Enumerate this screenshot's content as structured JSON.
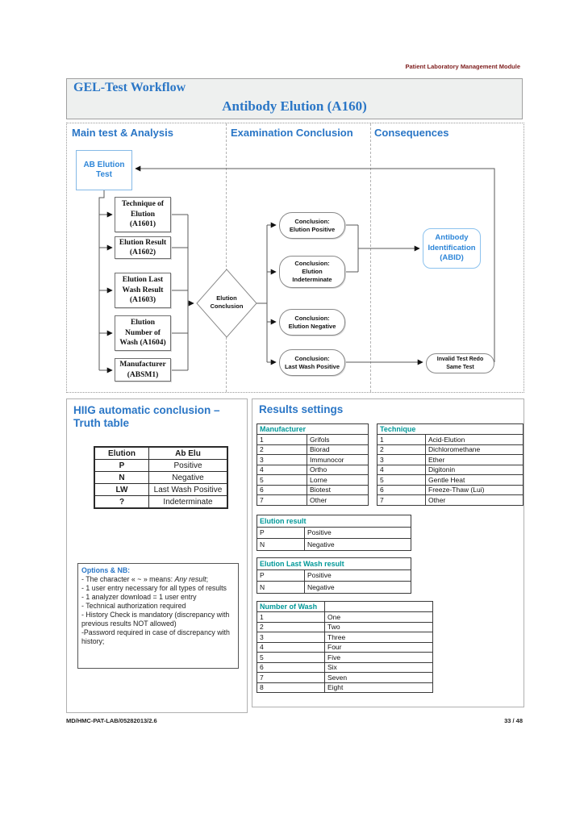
{
  "meta": {
    "module_label": "Patient Laboratory Management Module",
    "footer_left": "MD/HMC-PAT-LAB/05282013/2.6",
    "footer_right": "33 / 48"
  },
  "colors": {
    "accent_blue": "#2a76c6",
    "node_blue": "#2e86d8",
    "maroon": "#7e1d1d",
    "teal": "#009898"
  },
  "header": {
    "title": "GEL-Test Workflow",
    "subtitle": "Antibody Elution (A160)"
  },
  "flowchart": {
    "column_headers": [
      "Main test & Analysis",
      "Examination Conclusion",
      "Consequences"
    ],
    "start": "AB Elution\nTest",
    "inputs": [
      "Technique of\nElution\n(A1601)",
      "Elution Result\n(A1602)",
      "Elution Last\nWash Result\n(A1603)",
      "Elution\nNumber of\nWash (A1604)",
      "Manufacturer\n(ABSM1)"
    ],
    "decision": "Elution\nConclusion",
    "conclusions": [
      "Conclusion:\nElution Positive",
      "Conclusion:\nElution\nIndeterminate",
      "Conclusion:\nElution Negative",
      "Conclusion:\nLast Wash Positive"
    ],
    "abid": "Antibody\nIdentification\n(ABID)",
    "invalid": "Invalid Test Redo\nSame Test"
  },
  "truth": {
    "title": "HIIG automatic conclusion –\nTruth table",
    "headers": [
      "Elution",
      "Ab Elu"
    ],
    "rows": [
      [
        "P",
        "Positive"
      ],
      [
        "N",
        "Negative"
      ],
      [
        "LW",
        "Last Wash Positive"
      ],
      [
        "?",
        "Indeterminate"
      ]
    ]
  },
  "options": {
    "title": "Options & NB:",
    "line1_prefix": "- The character « ~ » means: ",
    "line1_italic": "Any result",
    "line1_suffix": ";",
    "lines": [
      "- 1 user entry necessary for all types of results",
      "- 1 analyzer download = 1 user entry",
      "- Technical authorization required",
      "- History Check is mandatory (discrepancy with previous results NOT allowed)",
      "-Password required in case of discrepancy with history;"
    ]
  },
  "results": {
    "title": "Results settings",
    "tables": [
      {
        "title": "Manufacturer",
        "rows": [
          [
            "1",
            "Grifols"
          ],
          [
            "2",
            "Biorad"
          ],
          [
            "3",
            "Immunocor"
          ],
          [
            "4",
            "Ortho"
          ],
          [
            "5",
            "Lorne"
          ],
          [
            "6",
            "Biotest"
          ],
          [
            "7",
            "Other"
          ]
        ]
      },
      {
        "title": "Technique",
        "rows": [
          [
            "1",
            "Acid-Elution"
          ],
          [
            "2",
            "Dichloromethane"
          ],
          [
            "3",
            "Ether"
          ],
          [
            "4",
            "Digitonin"
          ],
          [
            "5",
            "Gentle Heat"
          ],
          [
            "6",
            "Freeze-Thaw (Lui)"
          ],
          [
            "7",
            "Other"
          ]
        ]
      },
      {
        "title": "Elution result",
        "rows": [
          [
            "P",
            "Positive"
          ],
          [
            "N",
            "Negative"
          ]
        ]
      },
      {
        "title": "Elution Last Wash result",
        "rows": [
          [
            "P",
            "Positive"
          ],
          [
            "N",
            "Negative"
          ]
        ]
      },
      {
        "title": "Number of Wash",
        "rows": [
          [
            "1",
            "One"
          ],
          [
            "2",
            "Two"
          ],
          [
            "3",
            "Three"
          ],
          [
            "4",
            "Four"
          ],
          [
            "5",
            "Five"
          ],
          [
            "6",
            "Six"
          ],
          [
            "7",
            "Seven"
          ],
          [
            "8",
            "Eight"
          ]
        ]
      }
    ]
  }
}
